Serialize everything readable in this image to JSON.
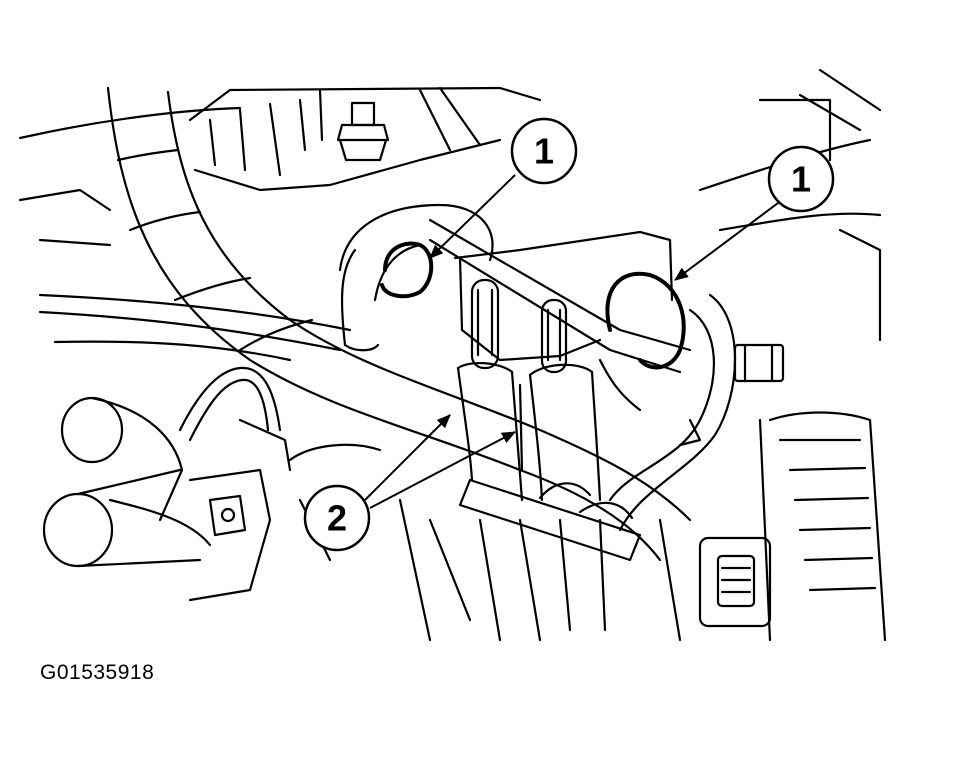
{
  "callouts": [
    {
      "label": "1"
    },
    {
      "label": "1"
    },
    {
      "label": "2"
    }
  ],
  "figure_id": "G01535918"
}
